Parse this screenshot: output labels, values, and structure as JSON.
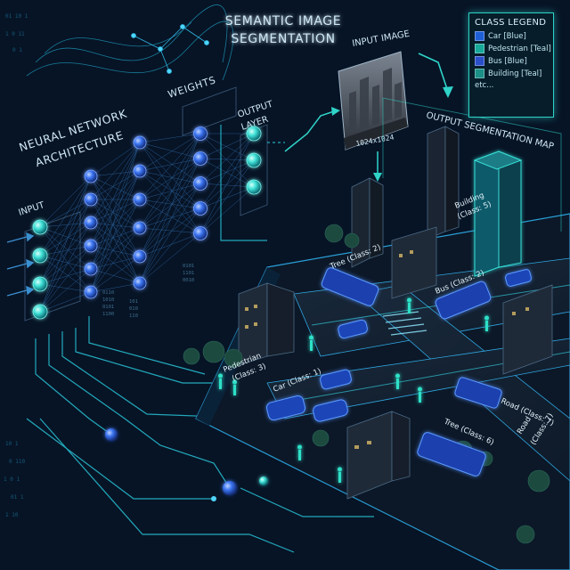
{
  "title_line1": "SEMANTIC IMAGE",
  "title_line2": "SEGMENTATION",
  "nn_label_line1": "NEURAL NETWORK",
  "nn_label_line2": "ARCHITECTURE",
  "weights_label": "WEIGHTS",
  "output_layer_line1": "OUTPUT",
  "output_layer_line2": "LAYER",
  "input_label": "INPUT",
  "input_image_label": "INPUT IMAGE",
  "resolution_label": "1024x1024",
  "output_map_label": "OUTPUT SEGMENTATION MAP",
  "legend": {
    "title": "CLASS LEGEND",
    "items": [
      {
        "label": "Car [Blue]",
        "color": "#1f5fd6"
      },
      {
        "label": "Pedestrian [Teal]",
        "color": "#18a89a"
      },
      {
        "label": "Bus [Blue]",
        "color": "#2a4fc9"
      },
      {
        "label": "Building [Teal]",
        "color": "#1c8f86"
      }
    ],
    "etc": "etc..."
  },
  "class_labels": {
    "building": [
      "Building",
      "(Class: 5)"
    ],
    "tree_top": "Tree (Class: 2)",
    "bus_top": "Bus (Class: 2)",
    "pedestrian": [
      "Pedestrian",
      "(Class: 3)"
    ],
    "car": "Car (Class: 1)",
    "road_right": "Road (Class: 7)",
    "tree_bottom": "Tree (Class: 6)",
    "road_bottom": [
      "Road",
      "(Class: 7)"
    ]
  },
  "colors": {
    "accent_cyan": "#2fd3c8",
    "node_blue": "#2f6cf0",
    "node_cyan": "#37e0d6",
    "background": "#071426"
  }
}
